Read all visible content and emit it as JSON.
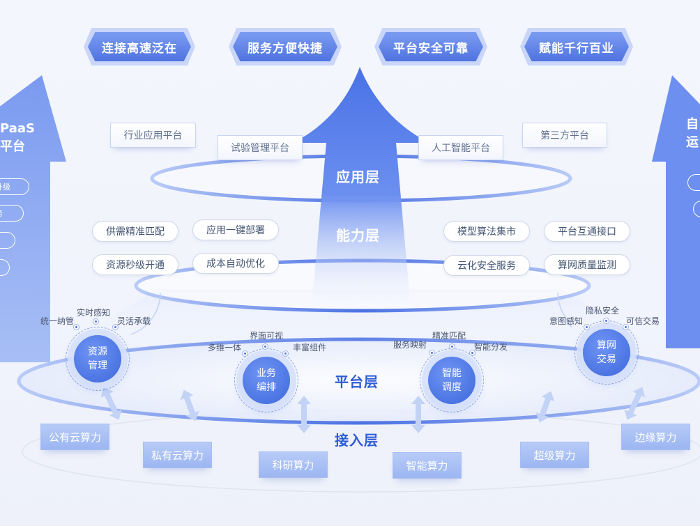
{
  "top_features": [
    "连接高速泛在",
    "服务方便快捷",
    "平台安全可靠",
    "赋能千行百业"
  ],
  "layers": {
    "application": "应用层",
    "capability": "能力层",
    "platform": "平台层",
    "access": "接入层"
  },
  "app_platforms": [
    "行业应用平台",
    "试验管理平台",
    "人工智能平台",
    "第三方平台"
  ],
  "capabilities_left": [
    "供需精准匹配",
    "应用一键部署",
    "资源秒级开通",
    "成本自动优化"
  ],
  "capabilities_right": [
    "模型算法集市",
    "平台互通接口",
    "云化安全服务",
    "算网质量监测"
  ],
  "nodes": [
    {
      "line1": "资源",
      "line2": "管理",
      "tags": [
        "统一纳管",
        "实时感知",
        "灵活承载"
      ]
    },
    {
      "line1": "业务",
      "line2": "编排",
      "tags": [
        "多维一体",
        "界面可视",
        "丰富组件"
      ]
    },
    {
      "line1": "智能",
      "line2": "调度",
      "tags": [
        "服务映射",
        "精准匹配",
        "智能分发"
      ]
    },
    {
      "line1": "算网",
      "line2": "交易",
      "tags": [
        "意图感知",
        "隐私安全",
        "可信交易"
      ]
    }
  ],
  "compute_types": [
    "公有云算力",
    "私有云算力",
    "科研算力",
    "智能算力",
    "超级算力",
    "边缘算力"
  ],
  "left_side": {
    "line1": "PaaS",
    "line2": "平台",
    "items": [
      "升级",
      "务",
      "",
      ""
    ]
  },
  "right_side": {
    "line1": "自",
    "line2": "运",
    "items": [
      "",
      ""
    ]
  },
  "colors": {
    "primary": "#4f73e0",
    "accent": "#2f5bd6",
    "light": "#b7cbf7"
  }
}
